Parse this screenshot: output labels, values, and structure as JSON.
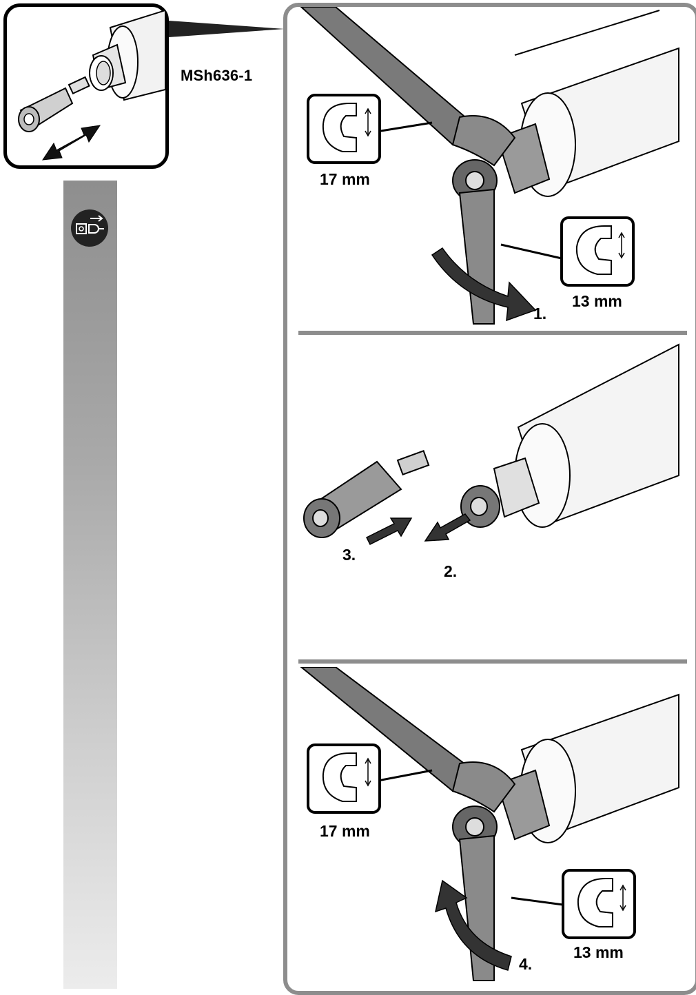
{
  "model_code": "MSh636-1",
  "sidebar": {
    "icon": "unplug-power-icon"
  },
  "steps": [
    {
      "number": "1.",
      "wrench_large": "17 mm",
      "wrench_small": "13 mm",
      "direction": "loosen"
    },
    {
      "number": "2.",
      "action": "remove collet nut"
    },
    {
      "number": "3.",
      "action": "insert collet"
    },
    {
      "number": "4.",
      "wrench_large": "17 mm",
      "wrench_small": "13 mm",
      "direction": "tighten"
    }
  ],
  "colors": {
    "frame": "#8d8d8d",
    "sidebar_top": "#8e8e8e",
    "sidebar_bottom": "#ececec",
    "ink": "#000000"
  }
}
